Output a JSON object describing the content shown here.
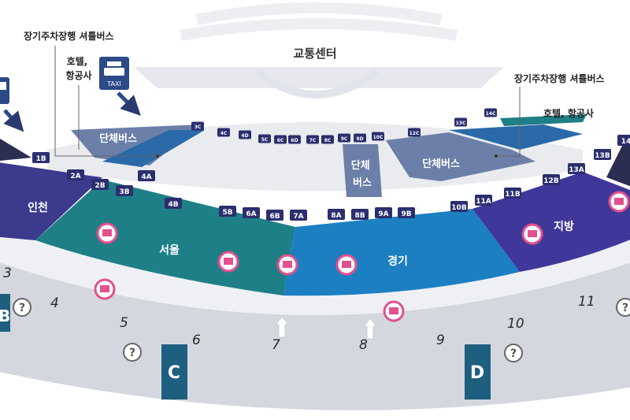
{
  "header": {
    "transport_center": "교통센터",
    "long_term_left": "장기주차장행 셔틀버스",
    "long_term_right": "장기주차장행 셔틀버스",
    "hotel_airline_left": "호텔,\n항공사",
    "hotel_airline_right": "호텔, 항공사",
    "taxi": "TAXI"
  },
  "zones": {
    "incheon": "인천",
    "seoul": "서울",
    "gyeonggi": "경기",
    "jibang": "지방",
    "group_bus_left": "단체버스",
    "group_bus_center": "단체\n버스",
    "group_bus_right": "단체버스"
  },
  "stops": [
    {
      "id": "1B"
    },
    {
      "id": "2A"
    },
    {
      "id": "2B"
    },
    {
      "id": "3B"
    },
    {
      "id": "4A"
    },
    {
      "id": "4B"
    },
    {
      "id": "5B"
    },
    {
      "id": "6A"
    },
    {
      "id": "6B"
    },
    {
      "id": "7A"
    },
    {
      "id": "8A"
    },
    {
      "id": "8B"
    },
    {
      "id": "9A"
    },
    {
      "id": "9B"
    },
    {
      "id": "10B"
    },
    {
      "id": "11A"
    },
    {
      "id": "11B"
    },
    {
      "id": "12B"
    },
    {
      "id": "13A"
    },
    {
      "id": "13B"
    },
    {
      "id": "14"
    },
    {
      "id": "3C"
    },
    {
      "id": "4C"
    },
    {
      "id": "4D"
    },
    {
      "id": "5C"
    },
    {
      "id": "6C"
    },
    {
      "id": "6D"
    },
    {
      "id": "7C"
    },
    {
      "id": "8C"
    },
    {
      "id": "9C"
    },
    {
      "id": "9D"
    },
    {
      "id": "10C"
    },
    {
      "id": "12C"
    },
    {
      "id": "13C"
    },
    {
      "id": "14C"
    }
  ],
  "gates": [
    "3",
    "4",
    "5",
    "6",
    "7",
    "8",
    "9",
    "10",
    "11"
  ],
  "doors": [
    "B",
    "C",
    "D"
  ],
  "help_symbol": "?",
  "colors": {
    "incheon": "#3b3a8c",
    "seoul": "#1f7f86",
    "gyeonggi": "#1c7fc2",
    "jibang": "#3f379a",
    "group_bus": "#6b7fa8",
    "stop_tag": "#2b2f6e",
    "door": "#1e5f7f",
    "ticket": "#e3508e"
  }
}
